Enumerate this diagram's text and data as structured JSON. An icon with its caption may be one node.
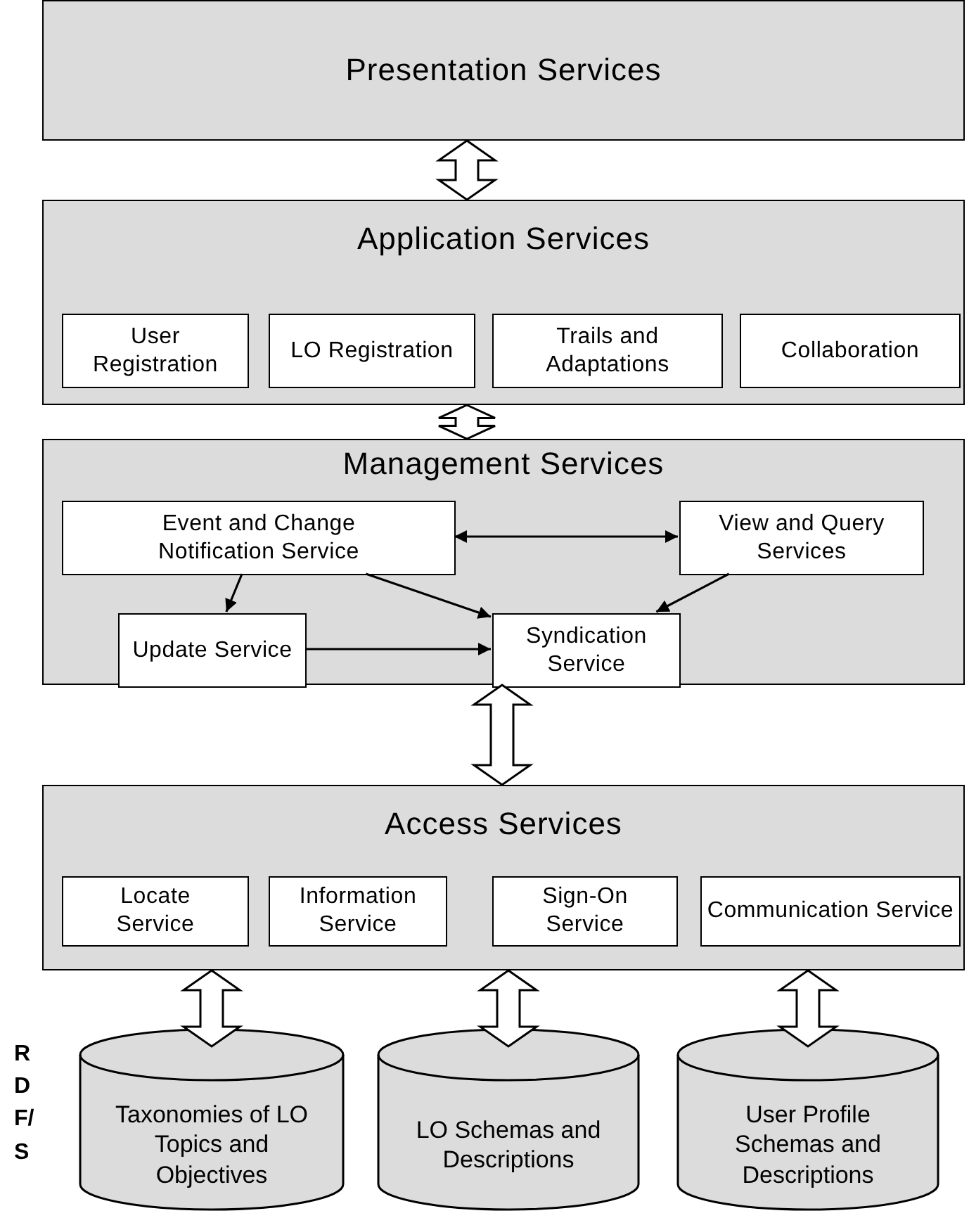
{
  "diagram": {
    "nodes": [
      {
        "text": [
          "Presentation Services"
        ]
      },
      {
        "text": [
          "Application Services"
        ]
      },
      {
        "text": [
          "User Registration"
        ],
        "in": 1
      },
      {
        "text": [
          "LO Registration"
        ],
        "in": 1
      },
      {
        "text": [
          "Trails and Adaptations"
        ],
        "in": 1
      },
      {
        "text": [
          "Collaboration"
        ],
        "in": 1
      },
      {
        "text": [
          "Management Services"
        ]
      },
      {
        "text": [
          "Event and Change Notification Service"
        ],
        "in": 6
      },
      {
        "text": [
          "View and Query Services"
        ],
        "in": 6
      },
      {
        "text": [
          "Update Service"
        ],
        "in": 6
      },
      {
        "text": [
          "Syndication Service"
        ],
        "in": 6
      },
      {
        "text": [
          "Access Services"
        ]
      },
      {
        "text": [
          "Locate Service"
        ],
        "in": 11
      },
      {
        "text": [
          "Information Service"
        ],
        "in": 11
      },
      {
        "text": [
          "Sign-On Service"
        ],
        "in": 11
      },
      {
        "text": [
          "Communication Service"
        ],
        "in": 11
      },
      {
        "text": [
          "Taxonomies of LO Topics and Objectives"
        ]
      },
      {
        "text": [
          "LO Schemas and Descriptions"
        ]
      },
      {
        "text": [
          "User Profile Schemas and Descriptions"
        ]
      }
    ],
    "edges": [
      {
        "from": 0,
        "to": 1,
        "arrow": "both",
        "style": "thick"
      },
      {
        "from": 1,
        "to": 6,
        "arrow": "both",
        "style": "thick"
      },
      {
        "from": 7,
        "to": 8,
        "arrow": "both"
      },
      {
        "from": 7,
        "to": 9,
        "arrow": "to"
      },
      {
        "from": 7,
        "to": 10,
        "arrow": "to"
      },
      {
        "from": 9,
        "to": 10,
        "arrow": "to"
      },
      {
        "from": 8,
        "to": 10,
        "arrow": "to"
      },
      {
        "from": 6,
        "to": 11,
        "arrow": "both",
        "style": "thick"
      },
      {
        "from": 11,
        "to": 16,
        "arrow": "both",
        "style": "thick"
      },
      {
        "from": 11,
        "to": 17,
        "arrow": "both",
        "style": "thick"
      },
      {
        "from": 11,
        "to": 18,
        "arrow": "both",
        "style": "thick"
      }
    ],
    "labels": [
      "RDF/S"
    ]
  }
}
